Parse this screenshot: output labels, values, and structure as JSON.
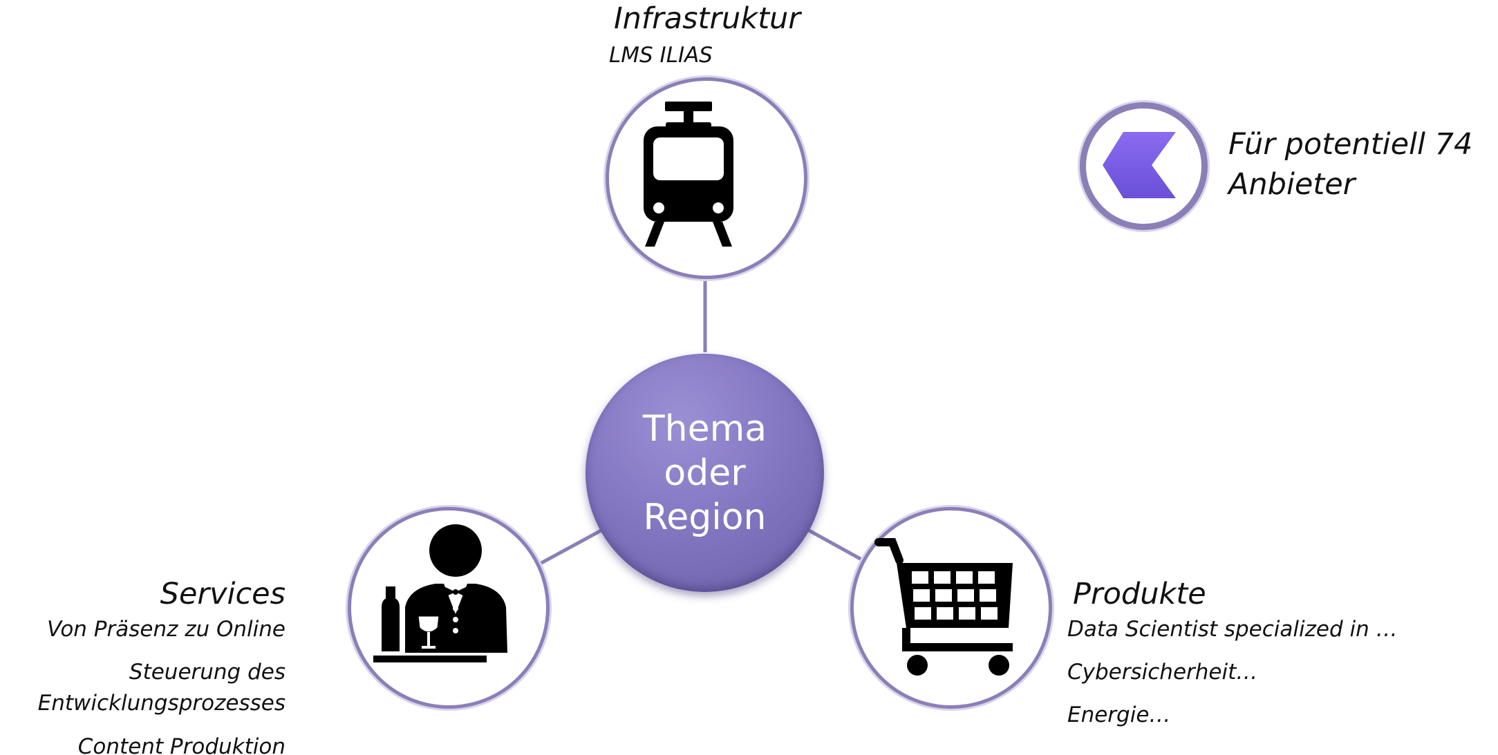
{
  "center": {
    "lines": [
      "Thema",
      "oder",
      "Region"
    ]
  },
  "infrastruktur": {
    "title": "Infrastruktur",
    "subtitle": "LMS ILIAS",
    "icon": "train-icon"
  },
  "services": {
    "title": "Services",
    "items": [
      "Von Präsenz zu Online",
      "Steuerung des",
      "Entwicklungsprozesses",
      "Content Produktion"
    ],
    "icon": "waiter-icon"
  },
  "produkte": {
    "title": "Produkte",
    "items": [
      "Data Scientist specialized in …",
      "Cybersicherheit…",
      "Energie…"
    ],
    "icon": "shopping-cart-icon"
  },
  "badge": {
    "line1": "Für potentiell 74",
    "line2": "Anbieter",
    "icon": "chevron-left-icon"
  },
  "colors": {
    "accent": "#8b7fb8",
    "center_fill": "#8578c3",
    "badge_arrow": "#7a5ee6"
  }
}
